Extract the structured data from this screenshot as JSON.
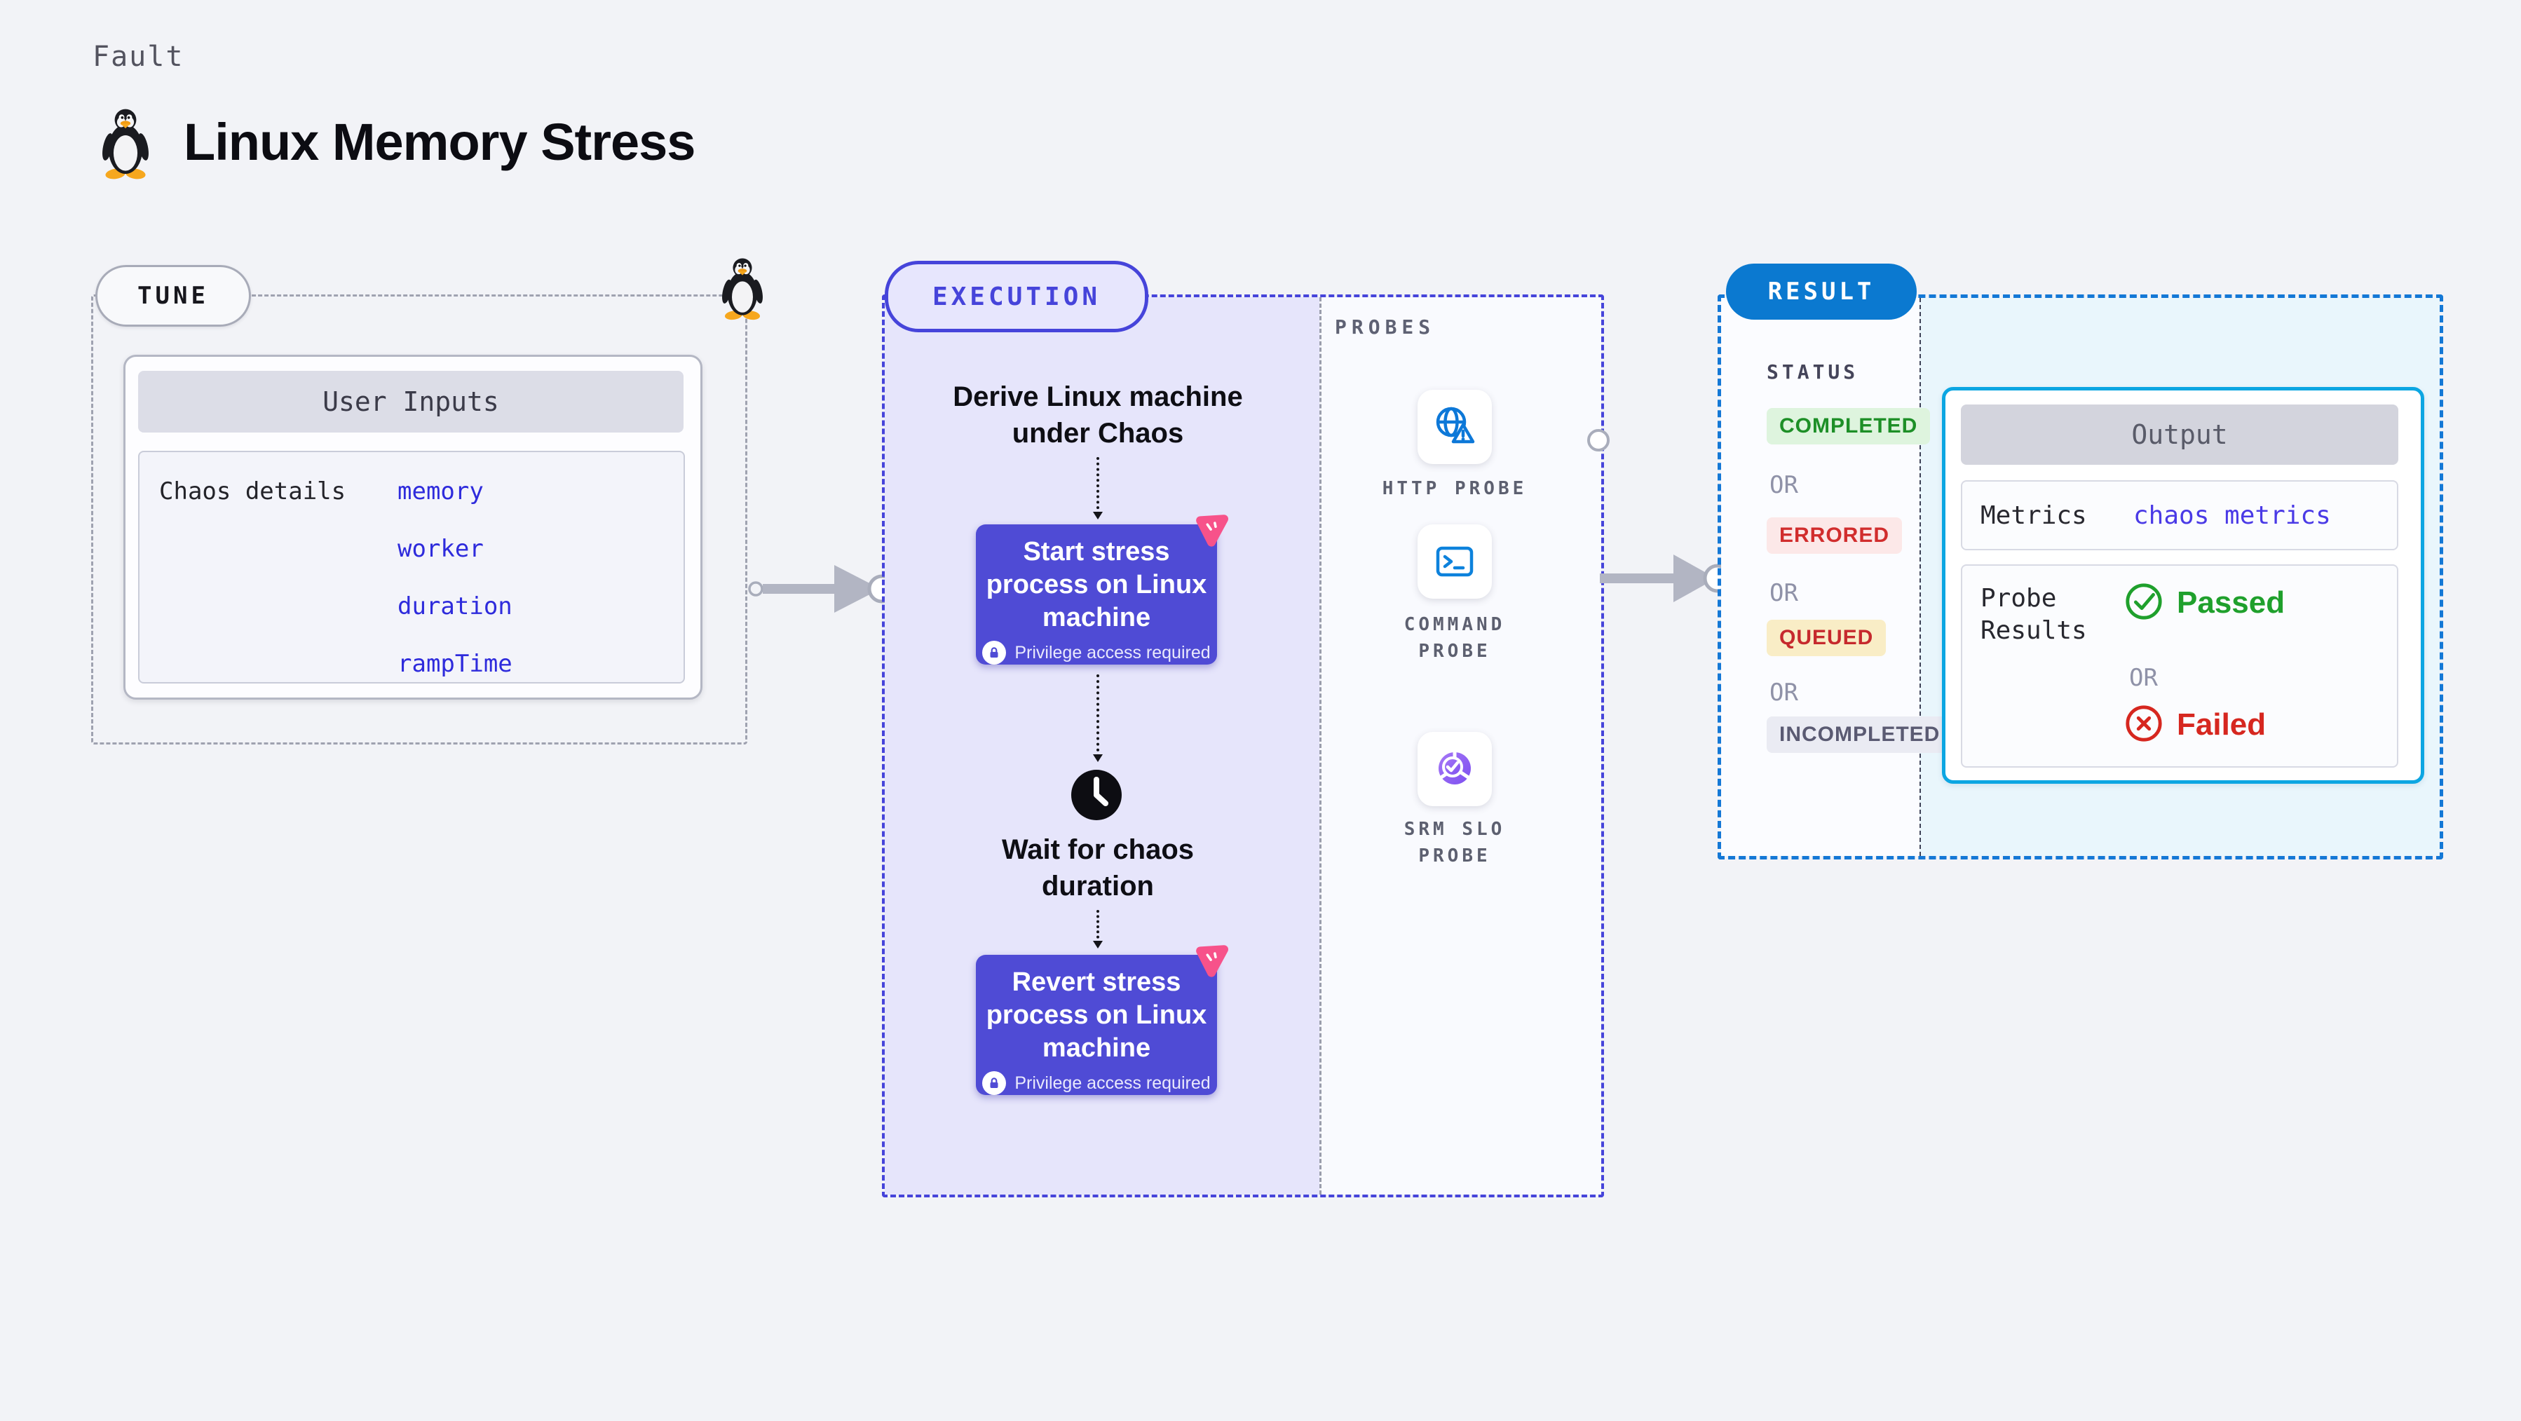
{
  "header": {
    "fault_label": "Fault",
    "title": "Linux Memory Stress"
  },
  "tune": {
    "pill": "TUNE",
    "user_inputs_title": "User Inputs",
    "chaos_details_label": "Chaos details",
    "values": [
      "memory",
      "worker",
      "duration",
      "rampTime"
    ]
  },
  "execution": {
    "pill": "EXECUTION",
    "derive": {
      "line1": "Derive Linux machine",
      "line2": "under Chaos"
    },
    "start_card": {
      "line1": "Start stress",
      "line2": "process on Linux",
      "line3": "machine",
      "privilege": "Privilege access required"
    },
    "wait": {
      "line1": "Wait for chaos",
      "line2": "duration"
    },
    "revert_card": {
      "line1": "Revert stress",
      "line2": "process on Linux",
      "line3": "machine",
      "privilege": "Privilege access required"
    }
  },
  "probes": {
    "section_label": "PROBES",
    "items": [
      {
        "icon": "globe-warning-icon",
        "line1": "HTTP PROBE",
        "line2": ""
      },
      {
        "icon": "terminal-icon",
        "line1": "COMMAND",
        "line2": "PROBE"
      },
      {
        "icon": "slo-gauge-icon",
        "line1": "SRM SLO",
        "line2": "PROBE"
      }
    ]
  },
  "result": {
    "pill": "RESULT",
    "status_label": "STATUS",
    "or": "OR",
    "statuses": [
      "COMPLETED",
      "ERRORED",
      "QUEUED",
      "INCOMPLETED"
    ],
    "output": {
      "title": "Output",
      "metrics_label": "Metrics",
      "metrics_value": "chaos metrics",
      "probe_label_line1": "Probe",
      "probe_label_line2": "Results",
      "passed": "Passed",
      "or": "OR",
      "failed": "Failed"
    }
  },
  "colors": {
    "page_bg": "#f2f3f7",
    "tune_border": "#9fa2b0",
    "execution_accent": "#4644da",
    "execution_bg": "#e6e5fb",
    "node_bg": "#4f4bd5",
    "chaos_badge_pink": "#f7528a",
    "result_pill_blue": "#0b79d0",
    "result_border_blue": "#1478d6",
    "output_border_cyan": "#0ca6e2",
    "output_tint": "#e9f6fc",
    "input_value_blue": "#2e2bdc",
    "metrics_value_blue": "#4a3ae6",
    "passed_green": "#1fa02c",
    "failed_red": "#d6271f",
    "completed_badge": {
      "bg": "#def4de",
      "text": "#1d8f27"
    },
    "errored_badge": {
      "bg": "#fce8e8",
      "text": "#d12d2d"
    },
    "queued_badge": {
      "bg": "#f9edc6",
      "text": "#c6292d"
    },
    "incompleted_badge": {
      "bg": "#eaebf3",
      "text": "#5a5a72"
    },
    "probe_icon_blue": "#0d78d8"
  }
}
